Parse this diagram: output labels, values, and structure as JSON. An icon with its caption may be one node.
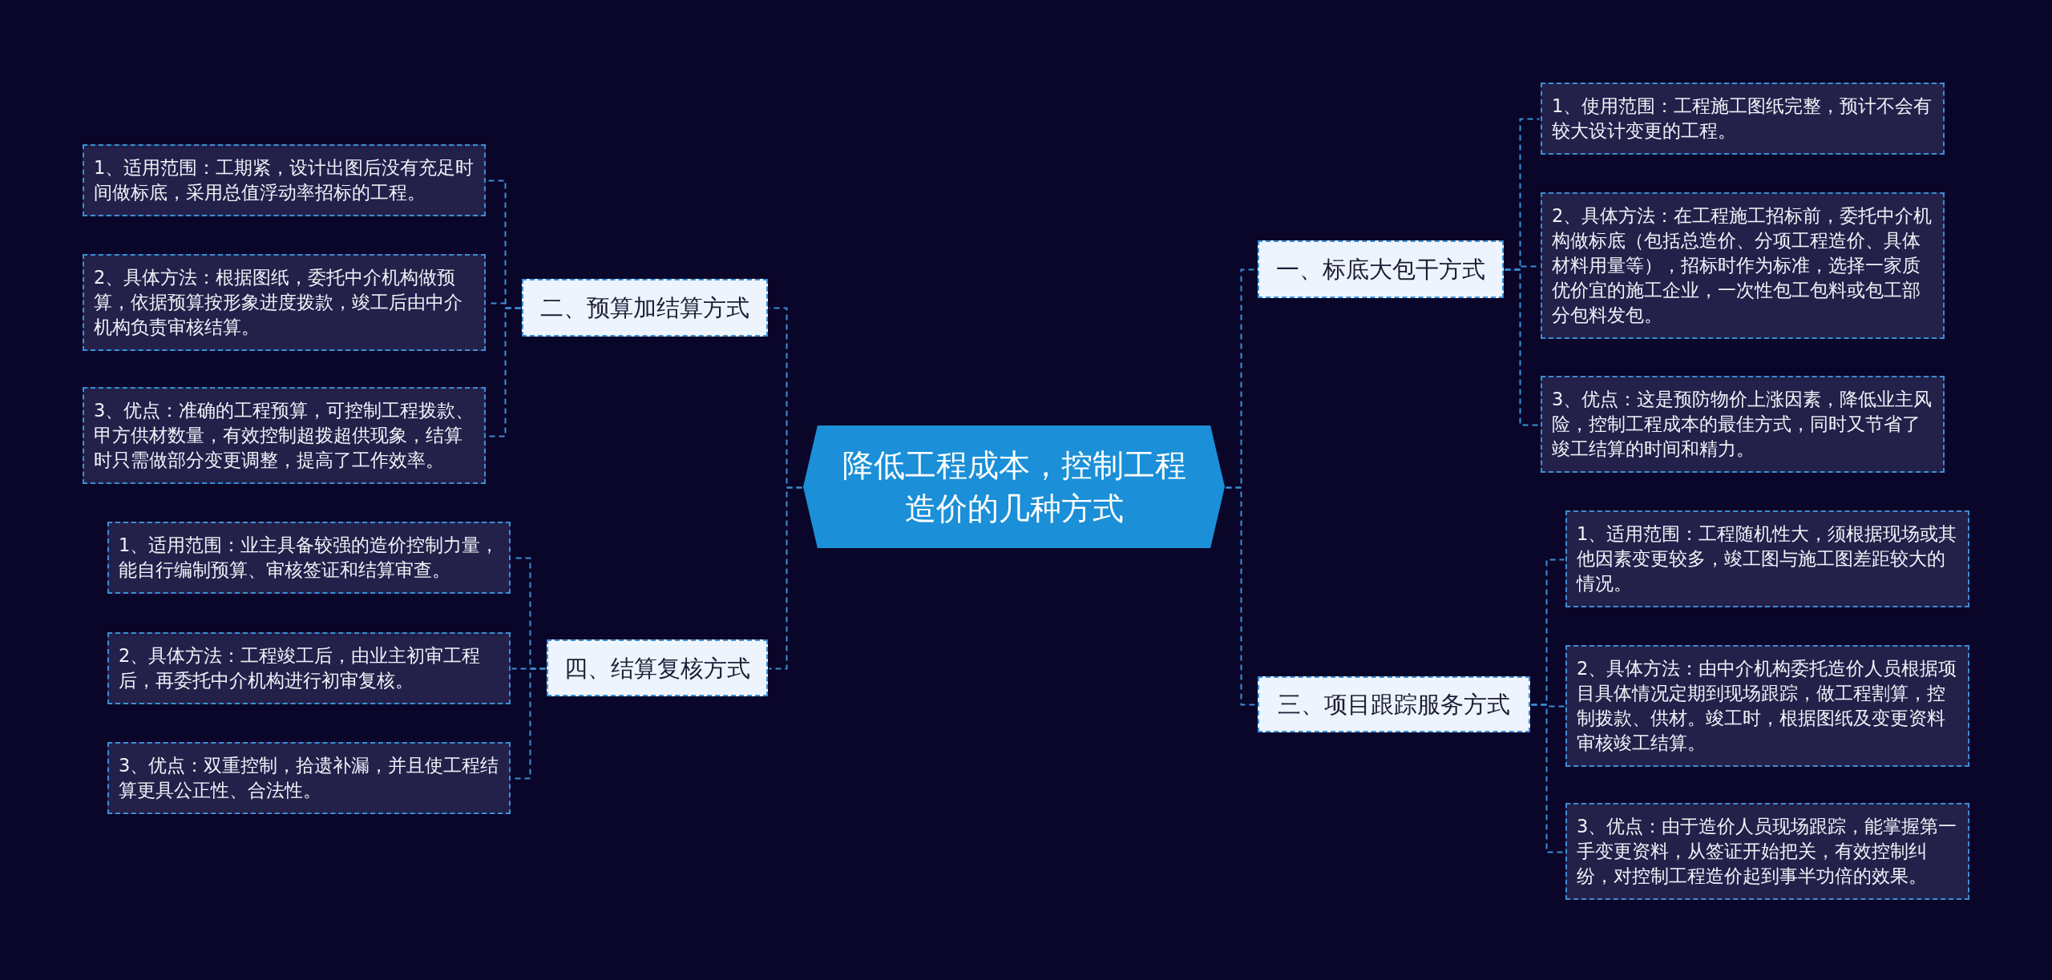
{
  "diagram": {
    "nodes": [
      {
        "text": [
          "降低工程成本，控制工程造价的几种方式"
        ]
      },
      {
        "text": [
          "一、标底大包干方式"
        ]
      },
      {
        "text": [
          "1、使用范围：工程施工图纸完整，预计不会有较大设计变更的工程。"
        ]
      },
      {
        "text": [
          "2、具体方法：在工程施工招标前，委托中介机构做标底（包括总造价、分项工程造价、具体材料用量等），招标时作为标准，选择一家质优价宜的施工企业，一次性包工包料或包工部分包料发包。"
        ]
      },
      {
        "text": [
          "3、优点：这是预防物价上涨因素，降低业主风险，控制工程成本的最佳方式，同时又节省了竣工结算的时间和精力。"
        ]
      },
      {
        "text": [
          "二、预算加结算方式"
        ]
      },
      {
        "text": [
          "1、适用范围：工期紧，设计出图后没有充足时间做标底，采用总值浮动率招标的工程。"
        ]
      },
      {
        "text": [
          "2、具体方法：根据图纸，委托中介机构做预算，依据预算按形象进度拨款，竣工后由中介机构负责审核结算。"
        ]
      },
      {
        "text": [
          "3、优点：准确的工程预算，可控制工程拨款、甲方供材数量，有效控制超拨超供现象，结算时只需做部分变更调整，提高了工作效率。"
        ]
      },
      {
        "text": [
          "三、项目跟踪服务方式"
        ]
      },
      {
        "text": [
          "1、适用范围：工程随机性大，须根据现场或其他因素变更较多，竣工图与施工图差距较大的情况。"
        ]
      },
      {
        "text": [
          "2、具体方法：由中介机构委托造价人员根据项目具体情况定期到现场跟踪，做工程割算，控制拨款、供材。竣工时，根据图纸及变更资料审核竣工结算。"
        ]
      },
      {
        "text": [
          "3、优点：由于造价人员现场跟踪，能掌握第一手变更资料，从签证开始把关，有效控制纠纷，对控制工程造价起到事半功倍的效果。"
        ]
      },
      {
        "text": [
          "四、结算复核方式"
        ]
      },
      {
        "text": [
          "1、适用范围：业主具备较强的造价控制力量，能自行编制预算、审核签证和结算审查。"
        ]
      },
      {
        "text": [
          "2、具体方法：工程竣工后，由业主初审工程后，再委托中介机构进行初审复核。"
        ]
      },
      {
        "text": [
          "3、优点：双重控制，拾遗补漏，并且使工程结算更具公正性、合法性。"
        ]
      }
    ],
    "edges": [
      {
        "from": 0,
        "to": 1,
        "arrow": "none"
      },
      {
        "from": 1,
        "to": 2,
        "arrow": "none"
      },
      {
        "from": 1,
        "to": 3,
        "arrow": "none"
      },
      {
        "from": 1,
        "to": 4,
        "arrow": "none"
      },
      {
        "from": 0,
        "to": 5,
        "arrow": "none"
      },
      {
        "from": 5,
        "to": 6,
        "arrow": "none"
      },
      {
        "from": 5,
        "to": 7,
        "arrow": "none"
      },
      {
        "from": 5,
        "to": 8,
        "arrow": "none"
      },
      {
        "from": 0,
        "to": 9,
        "arrow": "none"
      },
      {
        "from": 9,
        "to": 10,
        "arrow": "none"
      },
      {
        "from": 9,
        "to": 11,
        "arrow": "none"
      },
      {
        "from": 9,
        "to": 12,
        "arrow": "none"
      },
      {
        "from": 0,
        "to": 13,
        "arrow": "none"
      },
      {
        "from": 13,
        "to": 14,
        "arrow": "none"
      },
      {
        "from": 13,
        "to": 15,
        "arrow": "none"
      },
      {
        "from": 13,
        "to": 16,
        "arrow": "none"
      }
    ]
  }
}
